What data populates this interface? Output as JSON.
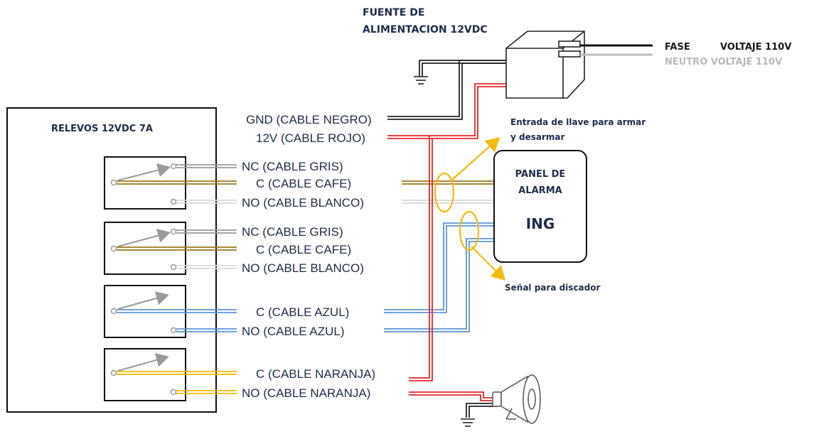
{
  "power_supply": {
    "title_line1": "FUENTE DE",
    "title_line2": "ALIMENTACION  12VDC",
    "fase_label": "FASE",
    "fase_voltage": "VOLTAJE 110V",
    "neutro_label": "NEUTRO VOLTAJE 110V"
  },
  "relay_board": {
    "title": "RELEVOS 12VDC 7A"
  },
  "wires": {
    "gnd": "GND (CABLE NEGRO)",
    "v12": "12V (CABLE ROJO)",
    "r1_nc": "NC (CABLE GRIS)",
    "r1_c": "C (CABLE CAFE)",
    "r1_no": "NO (CABLE BLANCO)",
    "r2_nc": "NC (CABLE GRIS)",
    "r2_c": "C (CABLE CAFE)",
    "r2_no": "NO (CABLE BLANCO)",
    "r3_c": "C (CABLE AZUL)",
    "r3_no": "NO (CABLE AZUL)",
    "r4_c": "C (CABLE NARANJA)",
    "r4_no": "NO (CABLE NARANJA)"
  },
  "alarm_panel": {
    "title_line1": "PANEL DE",
    "title_line2": "ALARMA",
    "input_label": "ING"
  },
  "annotations": {
    "key_input_line1": "Entrada de llave para armar",
    "key_input_line2": "y desarmar",
    "dialer_signal": "Señal para discador"
  },
  "colors": {
    "black_wire": "#222222",
    "red_wire": "#e8262a",
    "gray_wire": "#9a9a9a",
    "brown_wire": "#a07818",
    "white_wire": "#d8d8d8",
    "blue_wire": "#5b95d6",
    "orange_wire": "#f1b800",
    "annotation_yellow": "#f3bb10",
    "text_navy": "#1d2b4a"
  },
  "icons": [
    "ground-icon",
    "power-adapter-icon",
    "horn-speaker-icon",
    "relay-switch-icon"
  ]
}
